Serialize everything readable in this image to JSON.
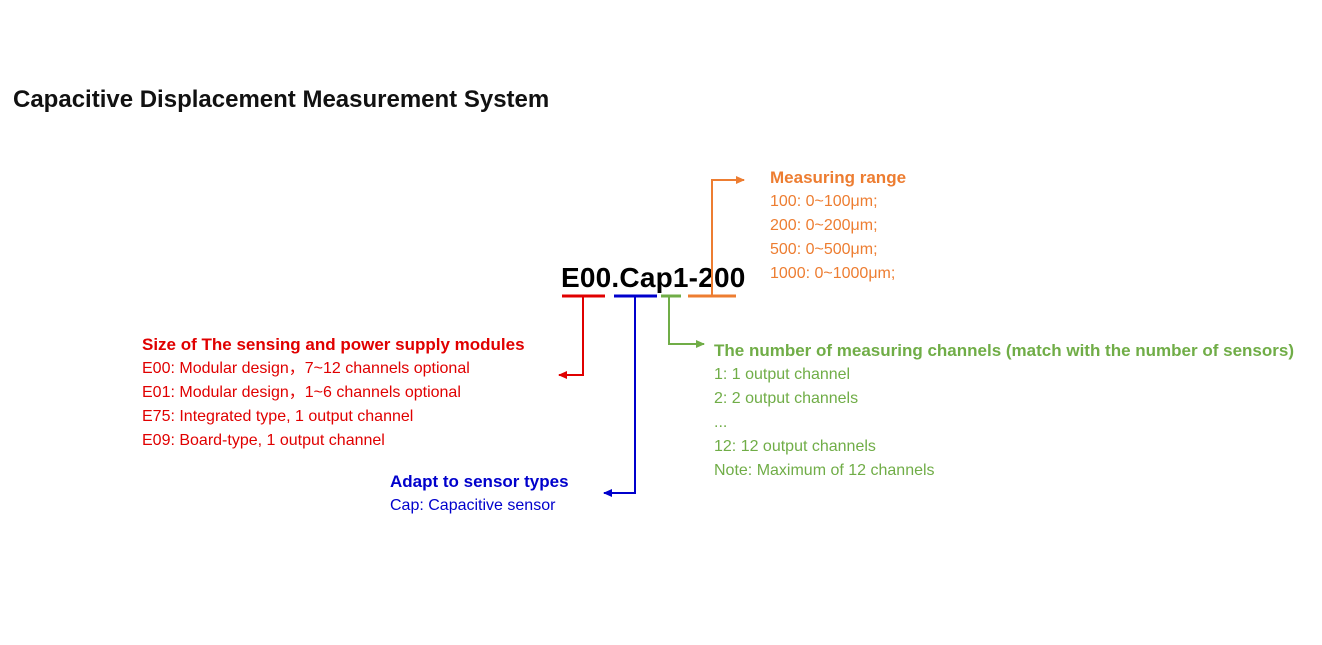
{
  "page_title": "Capacitive Displacement Measurement System",
  "model_code": "E00.Cap1-200",
  "colors": {
    "range": "#ED7D31",
    "channels": "#70AD47",
    "size": "#E00000",
    "sensor": "#0000CC"
  },
  "measuring_range": {
    "title": "Measuring range",
    "items": [
      "100: 0~100μm;",
      "200: 0~200μm;",
      "500: 0~500μm;",
      "1000: 0~1000μm;"
    ]
  },
  "channels": {
    "title": "The number of measuring channels (match with the number of sensors)",
    "items": [
      "1:  1 output channel",
      "2:  2 output channels",
      "...",
      "12:  12 output channels",
      "Note: Maximum of 12 channels"
    ]
  },
  "module_size": {
    "title": "Size of The sensing and power supply modules",
    "items": [
      "E00: Modular design，7~12 channels optional",
      "E01: Modular design，1~6 channels optional",
      "E75: Integrated type, 1 output channel",
      "E09: Board-type, 1 output channel"
    ]
  },
  "sensor_type": {
    "title": "Adapt to sensor types",
    "items": [
      "Cap: Capacitive sensor"
    ]
  }
}
